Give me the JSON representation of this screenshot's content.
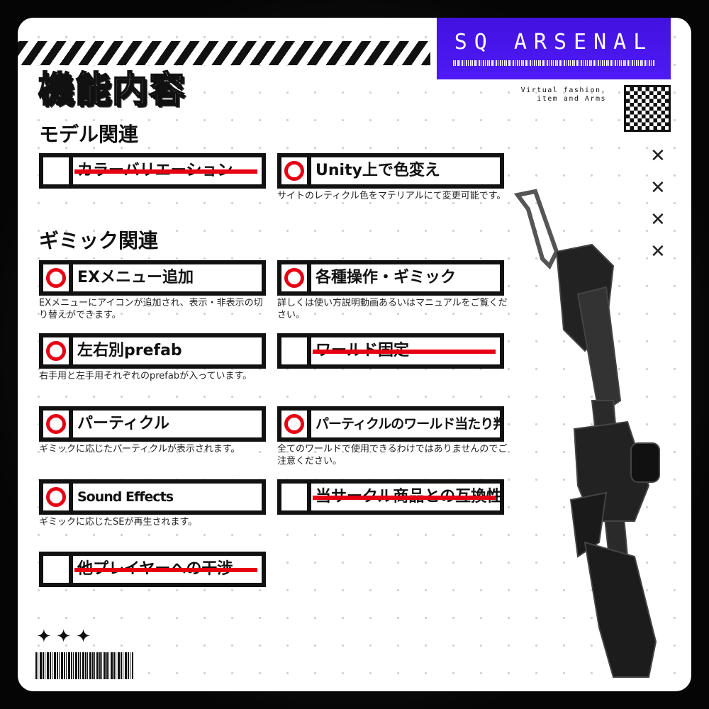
{
  "brand": {
    "name": "SQ ARSENAL",
    "tagline_1": "Virtual fashion,",
    "tagline_2": "item and Arms",
    "accent": "#4a14f0"
  },
  "title": "機能内容",
  "sections": [
    {
      "heading": "モデル関連"
    },
    {
      "heading": "ギミック関連"
    }
  ],
  "features": [
    {
      "label": "カラーバリエーション",
      "available": false,
      "desc": ""
    },
    {
      "label": "Unity上で色変え",
      "available": true,
      "desc": "サイトのレティクル色をマテリアルにて変更可能です。"
    },
    {
      "label": "EXメニュー追加",
      "available": true,
      "desc": "EXメニューにアイコンが追加され、表示・非表示の切り替えができます。"
    },
    {
      "label": "各種操作・ギミック",
      "available": true,
      "desc": "詳しくは使い方説明動画あるいはマニュアルをご覧ください。"
    },
    {
      "label": "左右別prefab",
      "available": true,
      "desc": "右手用と左手用それぞれのprefabが入っています。"
    },
    {
      "label": "ワールド固定",
      "available": false,
      "desc": ""
    },
    {
      "label": "パーティクル",
      "available": true,
      "desc": "ギミックに応じたパーティクルが表示されます。"
    },
    {
      "label": "パーティクルのワールド当たり判定",
      "available": true,
      "desc": "全てのワールドで使用できるわけではありませんのでご注意ください。"
    },
    {
      "label": "Sound Effects",
      "available": true,
      "desc": "ギミックに応じたSEが再生されます。"
    },
    {
      "label": "当サークル商品との互換性",
      "available": false,
      "desc": ""
    },
    {
      "label": "他プレイヤーへの干渉",
      "available": false,
      "desc": ""
    }
  ],
  "colors": {
    "available_mark": "#e60012",
    "strike": "#e60012"
  }
}
